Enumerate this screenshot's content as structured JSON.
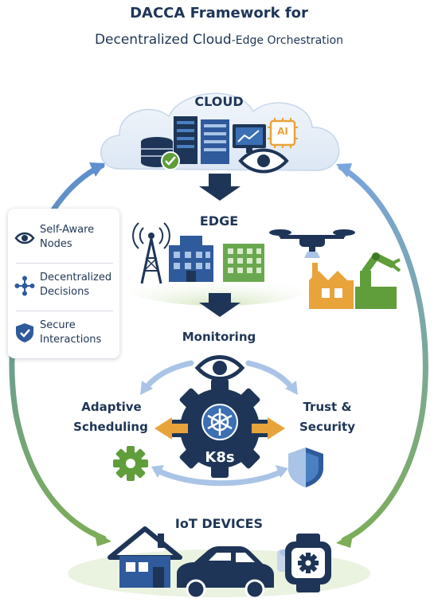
{
  "title": {
    "line1": "DACCA Framework for",
    "line2_main": "Decentralized Cloud",
    "line2_rest": "-Edge Orchestration"
  },
  "layers": {
    "cloud": "CLOUD",
    "edge": "EDGE",
    "iot": "IoT DEVICES"
  },
  "cloud_badge": "AI",
  "orchestration": {
    "monitoring": "Monitoring",
    "adaptive_line1": "Adaptive",
    "adaptive_line2": "Scheduling",
    "trust_line1": "Trust &",
    "trust_line2": "Security",
    "k8s": "K8s"
  },
  "sidebar": {
    "items": [
      {
        "line1": "Self-Aware",
        "line2": "Nodes",
        "icon": "eye-icon"
      },
      {
        "line1": "Decentralized",
        "line2": "Decisions",
        "icon": "network-nodes-icon"
      },
      {
        "line1": "Secure",
        "line2": "Interactions",
        "icon": "shield-check-icon"
      }
    ]
  },
  "colors": {
    "navy": "#1e3557",
    "blue": "#2f5a9c",
    "green": "#6aa84f",
    "orange": "#e8a33a",
    "light_blue": "#a9c4e6"
  }
}
